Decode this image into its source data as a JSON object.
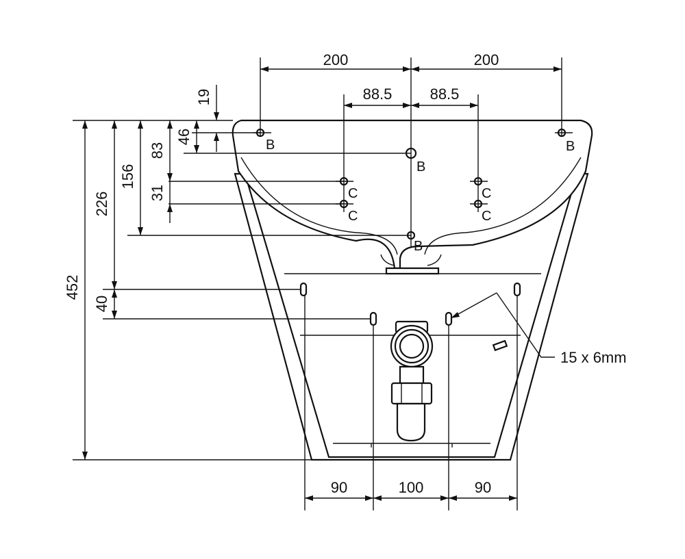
{
  "dimensions": {
    "top_left": "200",
    "top_right": "200",
    "inner_left": "88.5",
    "inner_right": "88.5",
    "h_19": "19",
    "h_46": "46",
    "h_83": "83",
    "h_31": "31",
    "h_156": "156",
    "h_226": "226",
    "h_452": "452",
    "h_40": "40",
    "bottom_left": "90",
    "bottom_mid": "100",
    "bottom_right": "90"
  },
  "labels": {
    "b": "B",
    "c": "C",
    "slot_note": "15 x 6mm"
  }
}
